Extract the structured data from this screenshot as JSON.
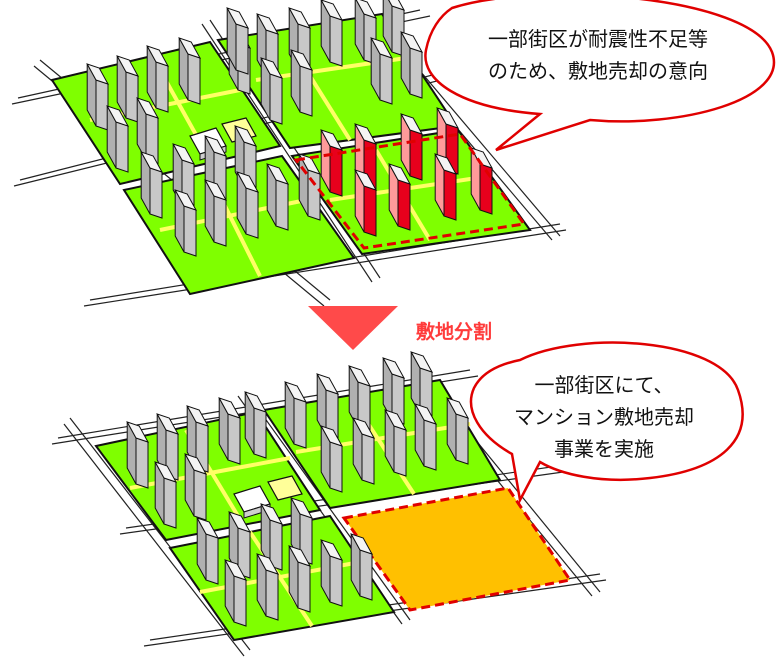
{
  "top_callout": {
    "line1": "一部街区が耐震性不足等",
    "line2": "のため、敷地売却の意向"
  },
  "arrow": {
    "label": "敷地分割"
  },
  "bottom_callout": {
    "line1": "一部街区にて、",
    "line2": "マンション敷地売却",
    "line3": "事業を実施"
  },
  "colors": {
    "grass": "#7fff00",
    "road_edge": "#111111",
    "building_face": "#c8c8c8",
    "building_top": "#ececec",
    "target_building": "#e8001c",
    "target_building_top": "#ff8080",
    "vacant_site": "#ffc000",
    "dashed_outline": "#e00000",
    "arrow": "#ff4a4a",
    "callout_stroke": "#e00000"
  }
}
